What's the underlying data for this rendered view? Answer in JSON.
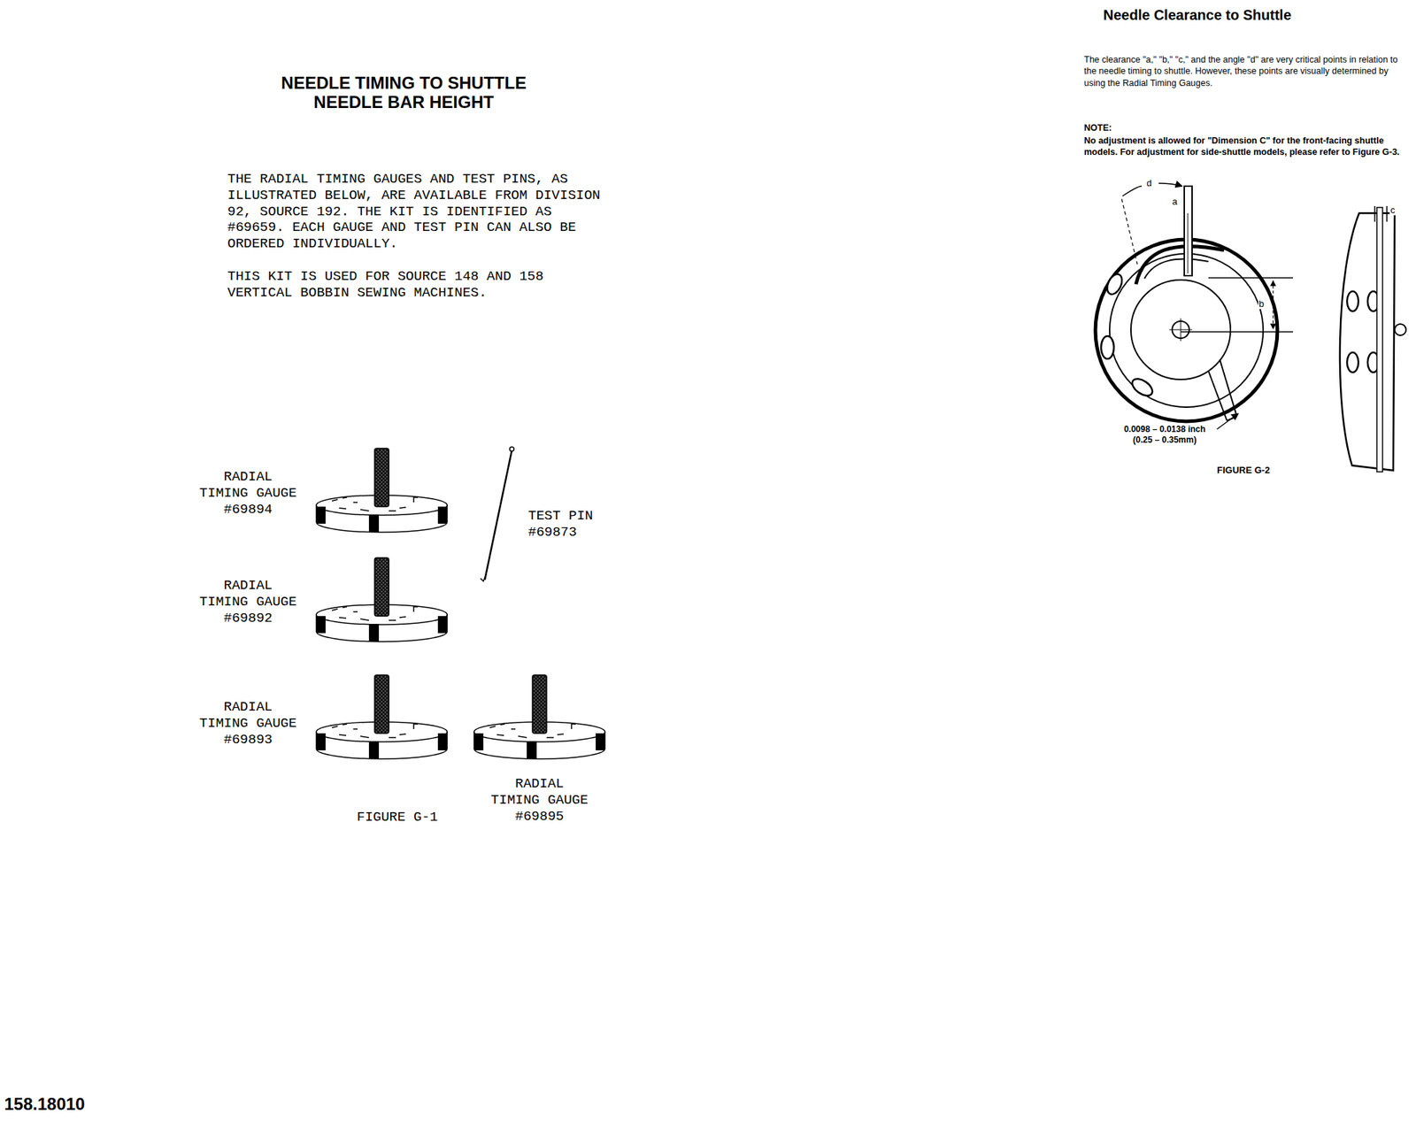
{
  "diagram": {
    "title": "NEEDLE TIMING TO SHUTTLE NEEDLE BAR HEIGHT",
    "labels": [
      "THE RADIAL TIMING GAUGES AND TEST PINS, AS ILLUSTRATED BELOW, ARE AVAILABLE FROM DIVISION 92, SOURCE 192. THE KIT IS IDENTIFIED AS #69659. EACH GAUGE AND TEST PIN CAN ALSO BE ORDERED INDIVIDUALLY.",
      "THIS KIT IS USED FOR SOURCE 148 AND 158 VERTICAL BOBBIN SEWING MACHINES.",
      "RADIAL TIMING GAUGE #69894",
      "TEST PIN #69873",
      "RADIAL TIMING GAUGE #69892",
      "RADIAL TIMING GAUGE #69893",
      "RADIAL TIMING GAUGE #69895",
      "FIGURE G-1",
      "158.18010",
      "Needle Clearance to Shuttle",
      "The clearance \"a,\" \"b,\" \"c,\" and the angle \"d\" are very critical points in relation to the needle timing to shuttle. However, these points are visually determined by using the Radial Timing Gauges.",
      "NOTE:",
      "No adjustment is allowed for \"Dimension C\" for the front-facing shuttle models. For adjustment for side-shuttle models, please refer to Figure G-3.",
      "d",
      "a",
      "b",
      "c",
      "0.0098 – 0.0138 inch (0.25 – 0.35mm)",
      "FIGURE G-2"
    ]
  }
}
